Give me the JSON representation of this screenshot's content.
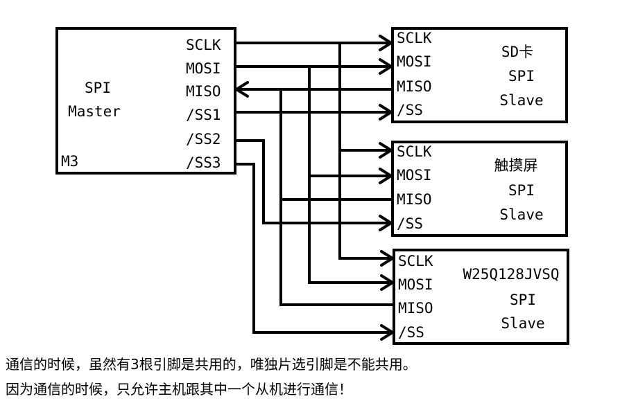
{
  "master": {
    "title_line1": "SPI",
    "title_line2": "Master",
    "chip": "M3",
    "pins": [
      "SCLK",
      "MOSI",
      "MISO",
      "/SS1",
      "/SS2",
      "/SS3"
    ]
  },
  "slaves": [
    {
      "pins": [
        "SCLK",
        "MOSI",
        "MISO",
        "/SS"
      ],
      "name": "SD卡",
      "proto": "SPI",
      "role": "Slave"
    },
    {
      "pins": [
        "SCLK",
        "MOSI",
        "MISO",
        "/SS"
      ],
      "name": "触摸屏",
      "proto": "SPI",
      "role": "Slave"
    },
    {
      "pins": [
        "SCLK",
        "MOSI",
        "MISO",
        "/SS"
      ],
      "name": "W25Q128JVSQ",
      "proto": "SPI",
      "role": "Slave"
    }
  ],
  "notes": [
    "通信的时候，虽然有3根引脚是共用的，唯独片选引脚是不能共用。",
    "因为通信的时候，只允许主机跟其中一个从机进行通信！"
  ]
}
